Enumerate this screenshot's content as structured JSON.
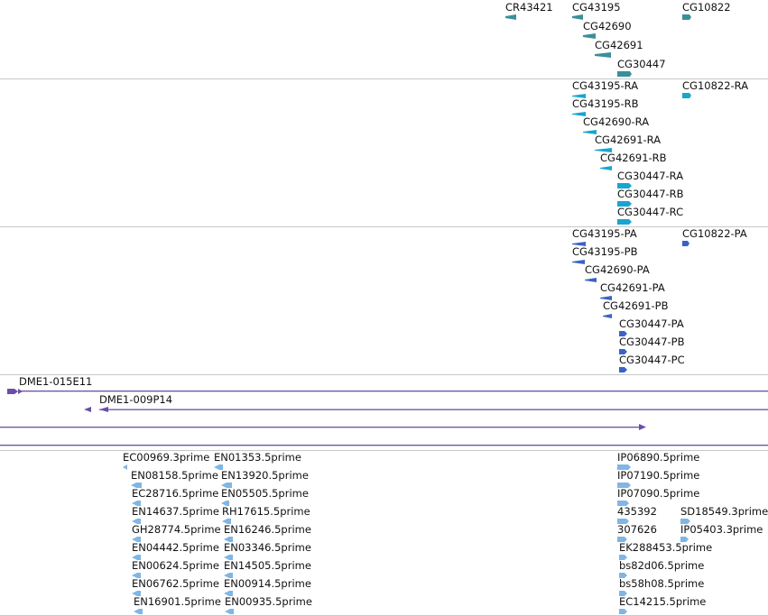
{
  "colors": {
    "gene": "#3a8f9a",
    "transcript": "#18a6cf",
    "protein": "#3a63c8",
    "clone": "#6a4fa6",
    "est": "#7fb6e6",
    "divider": "#c8c8c8"
  },
  "tracks": {
    "gene": {
      "labels": [
        {
          "text": "CR43421",
          "glyph": "box-left"
        },
        {
          "text": "CG43195",
          "glyph": "box-left"
        },
        {
          "text": "CG10822",
          "glyph": "box-right"
        },
        {
          "text": "CG42690",
          "glyph": "box-left"
        },
        {
          "text": "CG42691",
          "glyph": "box-left"
        },
        {
          "text": "CG30447",
          "glyph": "box-right"
        }
      ]
    },
    "transcript": {
      "labels": [
        {
          "text": "CG43195-RA"
        },
        {
          "text": "CG10822-RA"
        },
        {
          "text": "CG43195-RB"
        },
        {
          "text": "CG42690-RA"
        },
        {
          "text": "CG42691-RA"
        },
        {
          "text": "CG42691-RB"
        },
        {
          "text": "CG30447-RA"
        },
        {
          "text": "CG30447-RB"
        },
        {
          "text": "CG30447-RC"
        }
      ]
    },
    "protein": {
      "labels": [
        {
          "text": "CG43195-PA"
        },
        {
          "text": "CG10822-PA"
        },
        {
          "text": "CG43195-PB"
        },
        {
          "text": "CG42690-PA"
        },
        {
          "text": "CG42691-PA"
        },
        {
          "text": "CG42691-PB"
        },
        {
          "text": "CG30447-PA"
        },
        {
          "text": "CG30447-PB"
        },
        {
          "text": "CG30447-PC"
        }
      ]
    },
    "clone": {
      "labels": [
        {
          "text": "DME1-015E11"
        },
        {
          "text": "DME1-009P14"
        }
      ]
    },
    "est": {
      "labels": [
        {
          "text": "EC00969.3prime"
        },
        {
          "text": "EN01353.5prime"
        },
        {
          "text": "IP06890.5prime"
        },
        {
          "text": "EN08158.5prime"
        },
        {
          "text": "EN13920.5prime"
        },
        {
          "text": "IP07190.5prime"
        },
        {
          "text": "EC28716.5prime"
        },
        {
          "text": "EN05505.5prime"
        },
        {
          "text": "IP07090.5prime"
        },
        {
          "text": "EN14637.5prime"
        },
        {
          "text": "RH17615.5prime"
        },
        {
          "text": "435392"
        },
        {
          "text": "SD18549.3prime"
        },
        {
          "text": "GH28774.5prime"
        },
        {
          "text": "EN16246.5prime"
        },
        {
          "text": "307626"
        },
        {
          "text": "IP05403.3prime"
        },
        {
          "text": "EN04442.5prime"
        },
        {
          "text": "EN03346.5prime"
        },
        {
          "text": "EK288453.5prime"
        },
        {
          "text": "EN00624.5prime"
        },
        {
          "text": "EN14505.5prime"
        },
        {
          "text": "bs82d06.5prime"
        },
        {
          "text": "EN06762.5prime"
        },
        {
          "text": "EN00914.5prime"
        },
        {
          "text": "bs58h08.5prime"
        },
        {
          "text": "EN16901.5prime"
        },
        {
          "text": "EN00935.5prime"
        },
        {
          "text": "EC14215.5prime"
        }
      ]
    }
  }
}
